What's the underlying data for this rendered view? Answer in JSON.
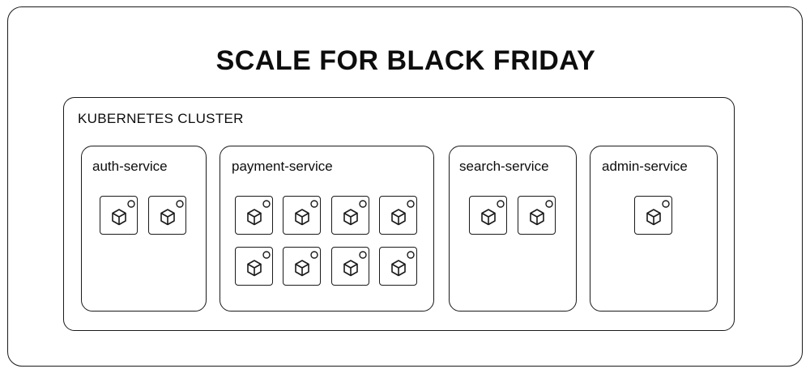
{
  "title": "SCALE FOR BLACK FRIDAY",
  "cluster": {
    "label": "KUBERNETES CLUSTER",
    "services": [
      {
        "name": "auth-service",
        "pods": 2
      },
      {
        "name": "payment-service",
        "pods": 8
      },
      {
        "name": "search-service",
        "pods": 2
      },
      {
        "name": "admin-service",
        "pods": 1
      }
    ]
  },
  "icons": {
    "pod": "pod-cube-icon"
  }
}
